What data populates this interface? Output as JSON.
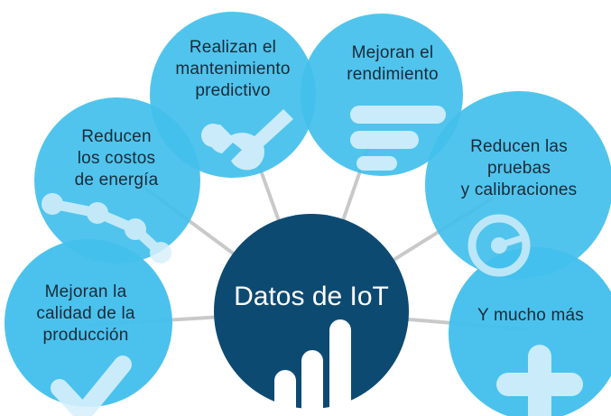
{
  "center": {
    "label": "Datos de IoT",
    "color": "#0d4a72",
    "icon": "bar-chart-icon"
  },
  "colors": {
    "bubble": "#43bfec",
    "connector": "#c9c9c9",
    "icon": "#d8f0fb",
    "text": "#1c2a38"
  },
  "benefits": [
    {
      "id": "energy",
      "lines": [
        "Reducen",
        "los costos",
        "de energía"
      ],
      "icon": "decreasing-line-chart-icon"
    },
    {
      "id": "maintenance",
      "lines": [
        "Realizan el",
        "mantenimiento",
        "predictivo"
      ],
      "icon": "wrench-icon"
    },
    {
      "id": "performance",
      "lines": [
        "Mejoran el",
        "rendimiento"
      ],
      "icon": "bar-list-icon"
    },
    {
      "id": "testing",
      "lines": [
        "Reducen las",
        "pruebas",
        "y calibraciones"
      ],
      "icon": "gauge-icon"
    },
    {
      "id": "quality",
      "lines": [
        "Mejoran la",
        "calidad de la",
        "producción"
      ],
      "icon": "checkmark-icon"
    },
    {
      "id": "more",
      "lines": [
        "Y mucho más"
      ],
      "icon": "plus-icon"
    }
  ]
}
